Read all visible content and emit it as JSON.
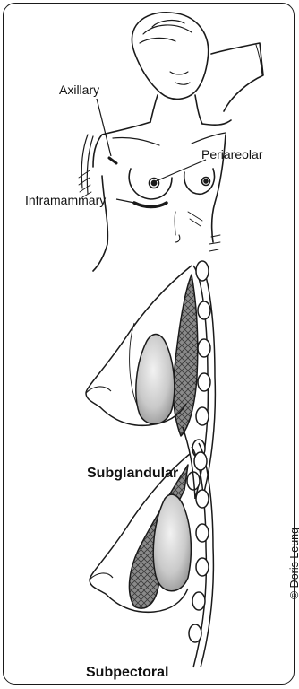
{
  "labels": {
    "axillary": "Axillary",
    "periareolar": "Periareolar",
    "inframammary": "Inframammary"
  },
  "captions": {
    "subglandular": "Subglandular",
    "subpectoral": "Subpectoral"
  },
  "credit": "© Doris Leung"
}
